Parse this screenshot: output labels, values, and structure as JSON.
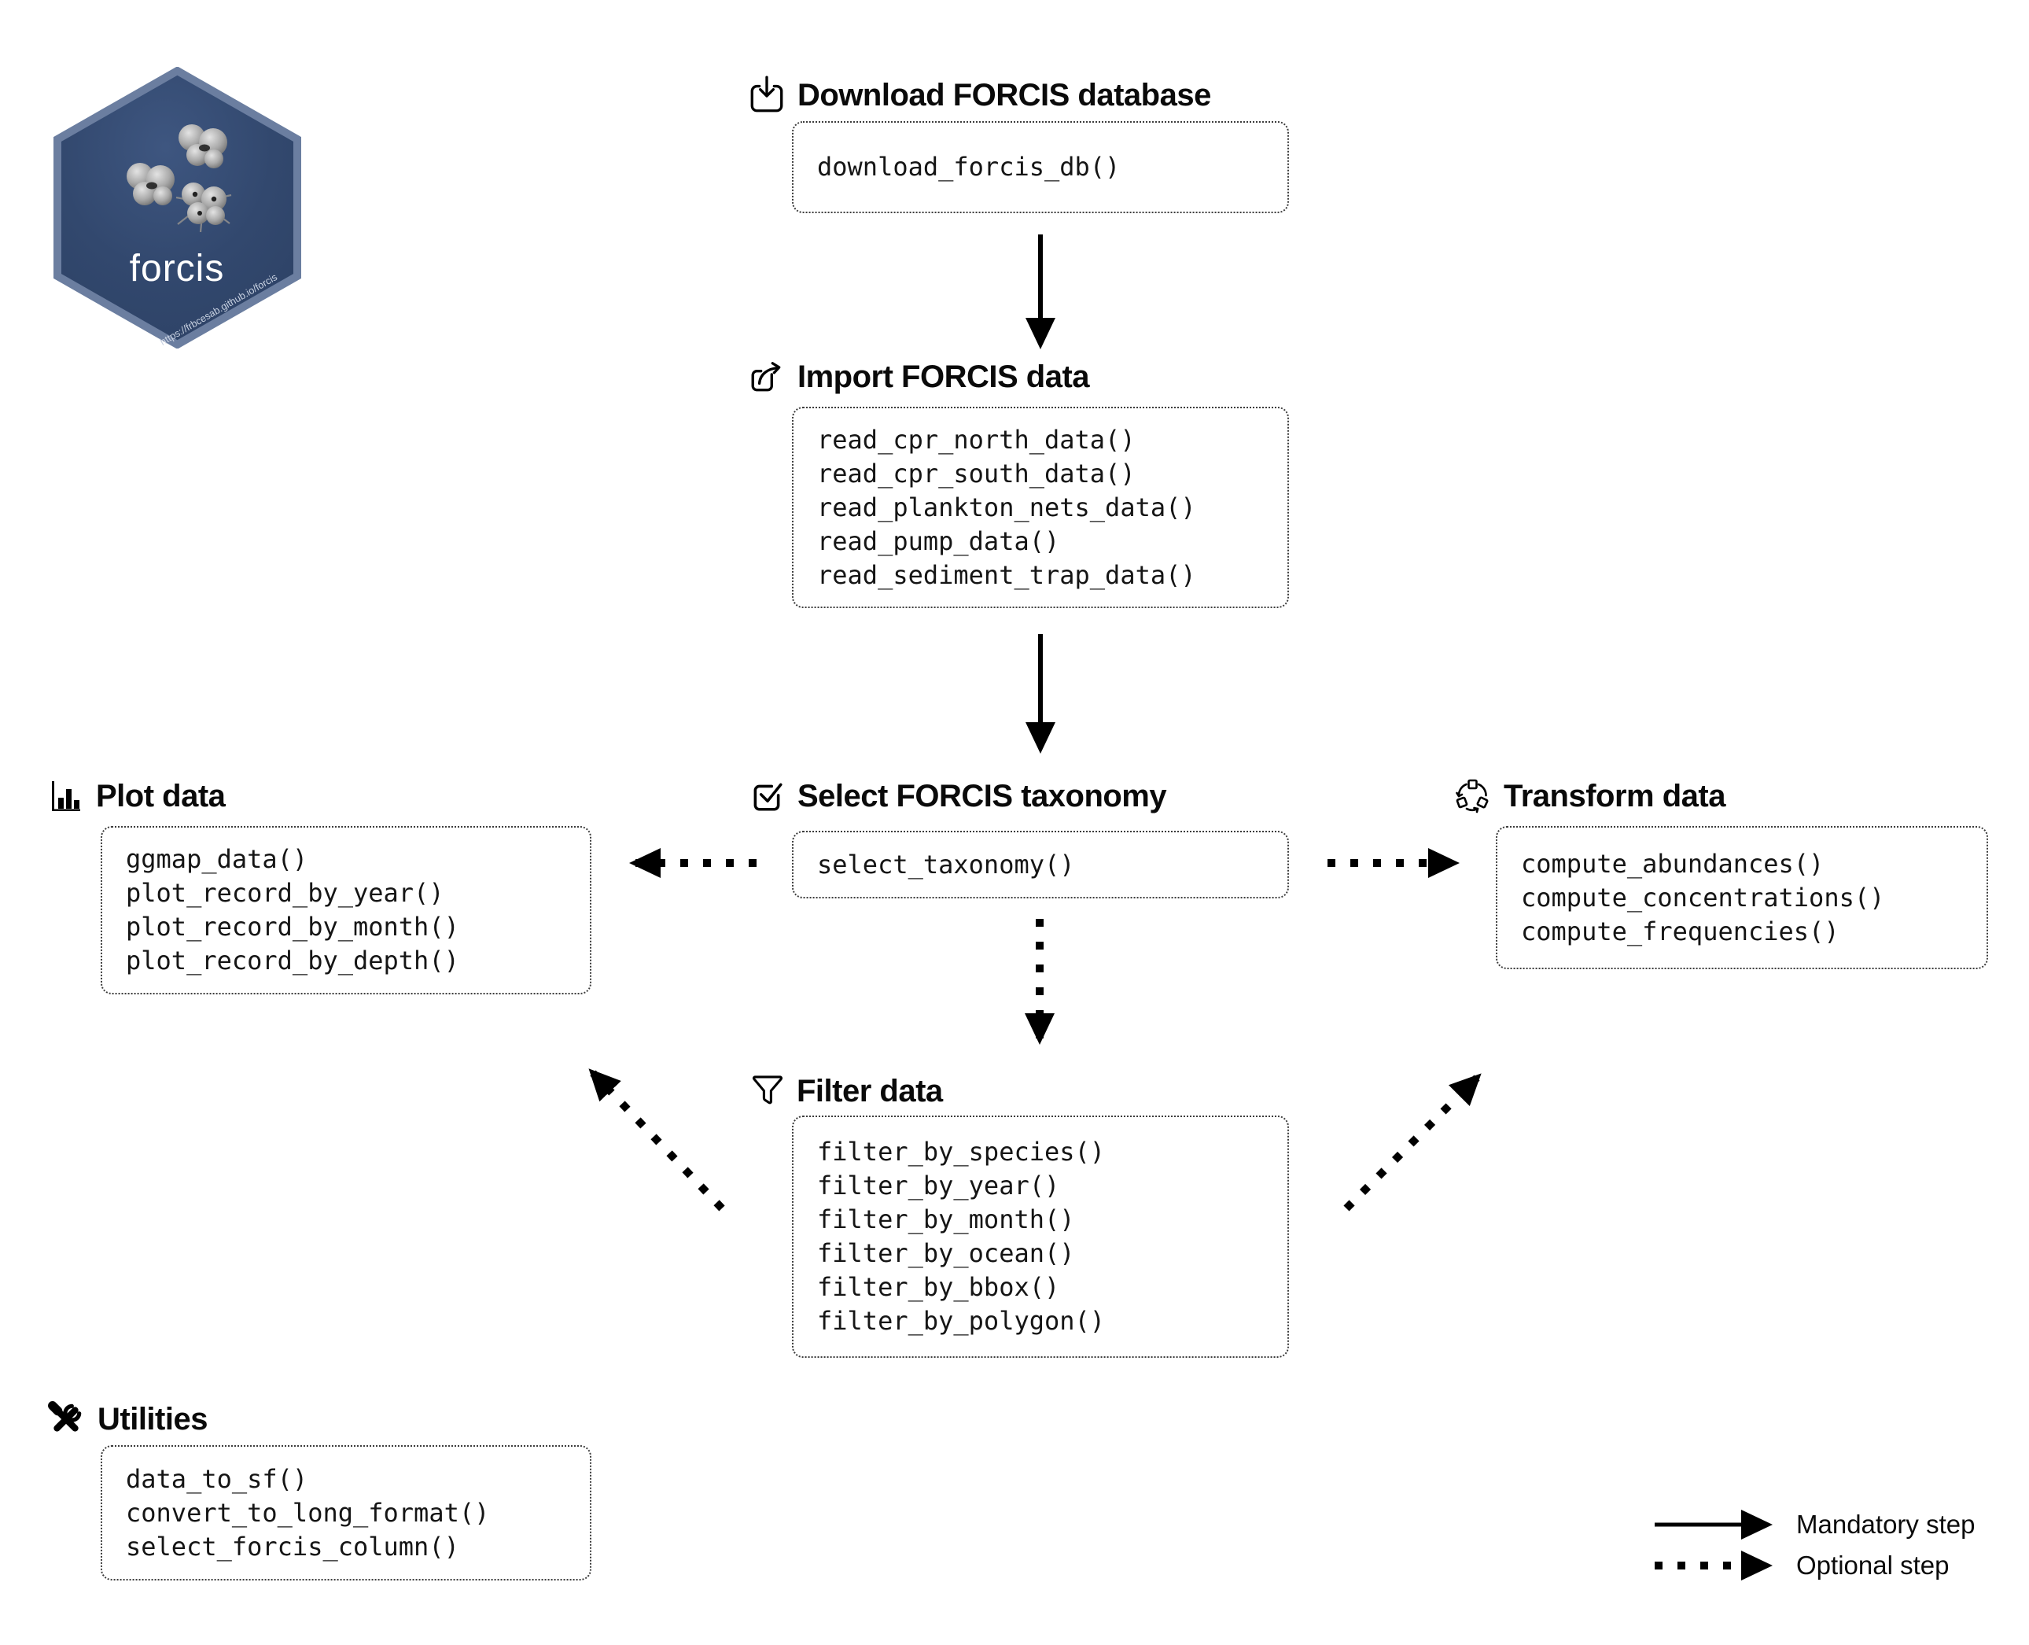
{
  "logo": {
    "name": "forcis",
    "url_text": "https://frbcesab.github.io/forcis",
    "hex_fill": "#32486e",
    "hex_border": "#6b7ea0"
  },
  "sections": {
    "download": {
      "title": "Download FORCIS database",
      "functions": [
        "download_forcis_db()"
      ]
    },
    "import": {
      "title": "Import FORCIS data",
      "functions": [
        "read_cpr_north_data()",
        "read_cpr_south_data()",
        "read_plankton_nets_data()",
        "read_pump_data()",
        "read_sediment_trap_data()"
      ]
    },
    "select_taxonomy": {
      "title": "Select FORCIS taxonomy",
      "functions": [
        "select_taxonomy()"
      ]
    },
    "plot": {
      "title": "Plot data",
      "functions": [
        "ggmap_data()",
        "plot_record_by_year()",
        "plot_record_by_month()",
        "plot_record_by_depth()"
      ]
    },
    "transform": {
      "title": "Transform data",
      "functions": [
        "compute_abundances()",
        "compute_concentrations()",
        "compute_frequencies()"
      ]
    },
    "filter": {
      "title": "Filter data",
      "functions": [
        "filter_by_species()",
        "filter_by_year()",
        "filter_by_month()",
        "filter_by_ocean()",
        "filter_by_bbox()",
        "filter_by_polygon()"
      ]
    },
    "utilities": {
      "title": "Utilities",
      "functions": [
        "data_to_sf()",
        "convert_to_long_format()",
        "select_forcis_column()"
      ]
    }
  },
  "legend": {
    "mandatory_label": "Mandatory step",
    "optional_label": "Optional step"
  },
  "colors": {
    "arrow": "#000000",
    "box_border": "#3c3c3c"
  }
}
